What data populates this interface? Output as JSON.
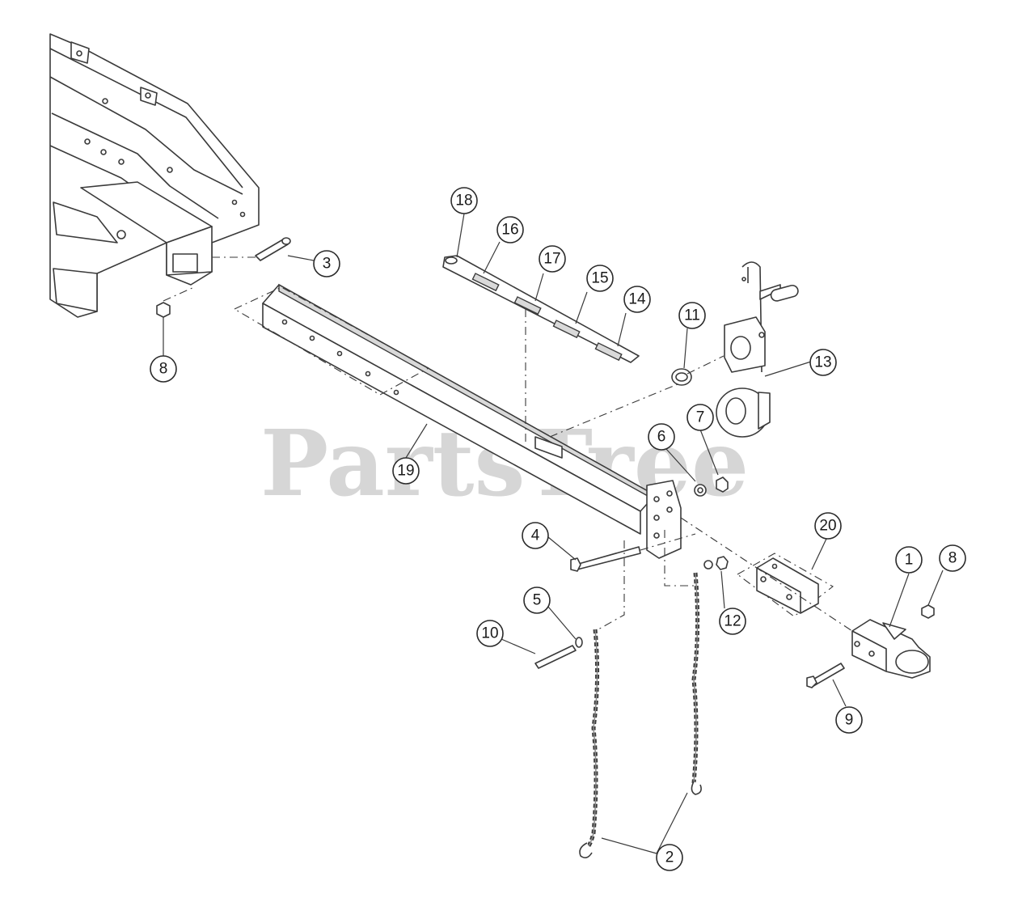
{
  "watermark": "PartsTree",
  "callouts": [
    {
      "id": "c1",
      "label": "1"
    },
    {
      "id": "c2",
      "label": "2"
    },
    {
      "id": "c3",
      "label": "3"
    },
    {
      "id": "c4",
      "label": "4"
    },
    {
      "id": "c5",
      "label": "5"
    },
    {
      "id": "c6",
      "label": "6"
    },
    {
      "id": "c7",
      "label": "7"
    },
    {
      "id": "c8a",
      "label": "8"
    },
    {
      "id": "c8b",
      "label": "8"
    },
    {
      "id": "c9",
      "label": "9"
    },
    {
      "id": "c10",
      "label": "10"
    },
    {
      "id": "c11",
      "label": "11"
    },
    {
      "id": "c12",
      "label": "12"
    },
    {
      "id": "c13",
      "label": "13"
    },
    {
      "id": "c14",
      "label": "14"
    },
    {
      "id": "c15",
      "label": "15"
    },
    {
      "id": "c16",
      "label": "16"
    },
    {
      "id": "c17",
      "label": "17"
    },
    {
      "id": "c18",
      "label": "18"
    },
    {
      "id": "c19",
      "label": "19"
    },
    {
      "id": "c20",
      "label": "20"
    }
  ]
}
